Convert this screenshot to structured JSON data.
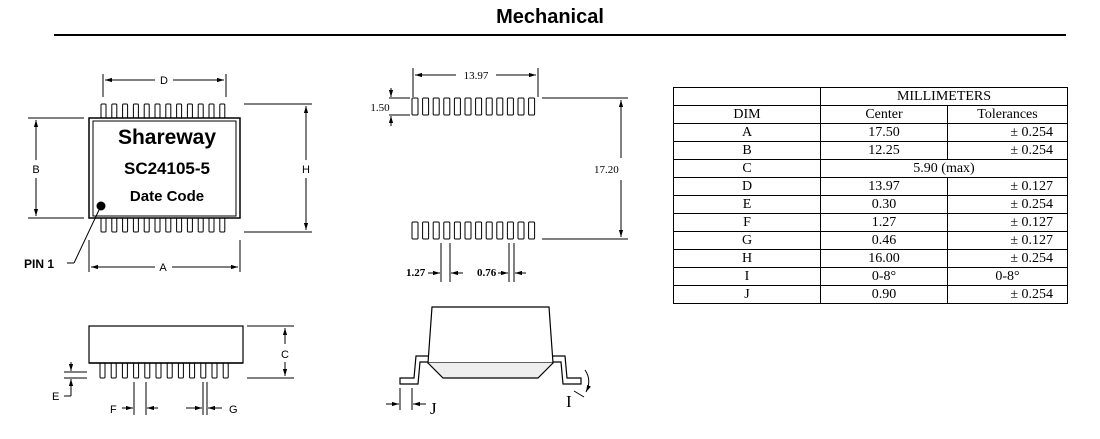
{
  "title": "Mechanical",
  "top_view": {
    "brand": "Shareway",
    "part_number": "SC24105-5",
    "date_code": "Date Code",
    "pin1_label": "PIN 1",
    "dim_a": "A",
    "dim_b": "B",
    "dim_d": "D",
    "dim_h": "H"
  },
  "footprint": {
    "width": "13.97",
    "pad_length": "1.50",
    "span": "17.20",
    "pitch": "1.27",
    "pad_width": "0.76"
  },
  "side_view": {
    "dim_c": "C",
    "dim_e": "E",
    "dim_f": "F",
    "dim_g": "G"
  },
  "end_view": {
    "dim_j": "J",
    "dim_i": "I"
  },
  "table": {
    "group_header": "MILLIMETERS",
    "col_dim": "DIM",
    "col_center": "Center",
    "col_tol": "Tolerances",
    "rows": [
      {
        "dim": "A",
        "center": "17.50",
        "tol": "± 0.254"
      },
      {
        "dim": "B",
        "center": "12.25",
        "tol": "± 0.254"
      },
      {
        "dim": "C",
        "merged": "5.90 (max)"
      },
      {
        "dim": "D",
        "center": "13.97",
        "tol": "± 0.127"
      },
      {
        "dim": "E",
        "center": "0.30",
        "tol": "± 0.254"
      },
      {
        "dim": "F",
        "center": "1.27",
        "tol": "± 0.127"
      },
      {
        "dim": "G",
        "center": "0.46",
        "tol": "± 0.127"
      },
      {
        "dim": "H",
        "center": "16.00",
        "tol": "± 0.254"
      },
      {
        "dim": "I",
        "center": "0-8°",
        "tol": "0-8°"
      },
      {
        "dim": "J",
        "center": "0.90",
        "tol": "± 0.254"
      }
    ]
  }
}
